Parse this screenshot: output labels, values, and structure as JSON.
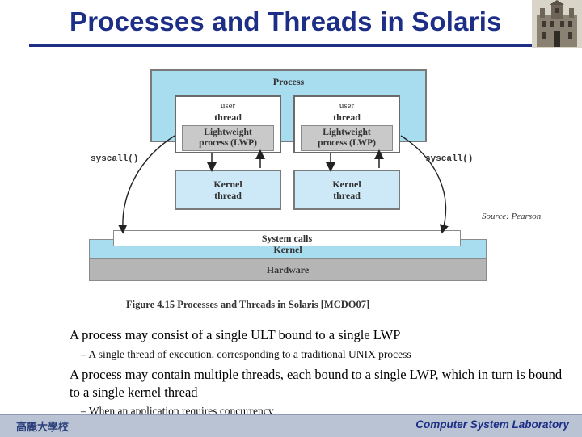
{
  "slide": {
    "title": "Processes and Threads in Solaris"
  },
  "figure": {
    "process_label": "Process",
    "user_thread_1": {
      "line1": "user",
      "line2": "thread"
    },
    "user_thread_2": {
      "line1": "user",
      "line2": "thread"
    },
    "lwp_1": {
      "line1": "Lightweight",
      "line2": "process (LWP)"
    },
    "lwp_2": {
      "line1": "Lightweight",
      "line2": "process (LWP)"
    },
    "kernel_thread_1": {
      "line1": "Kernel",
      "line2": "thread"
    },
    "kernel_thread_2": {
      "line1": "Kernel",
      "line2": "thread"
    },
    "syscall_left": "syscall()",
    "syscall_right": "syscall()",
    "system_calls": "System calls",
    "kernel": "Kernel",
    "hardware": "Hardware",
    "source": "Source: Pearson",
    "caption": "Figure 4.15   Processes and Threads in Solaris [MCDO07]"
  },
  "bullets": [
    {
      "text": "A process may consist of a single ULT bound to a single LWP",
      "sub": "– A single thread of execution, corresponding to a traditional UNIX process"
    },
    {
      "text": "A process may contain multiple threads, each bound to a single LWP, which in turn is bound to a single kernel thread",
      "sub": "– When an application requires concurrency"
    }
  ],
  "bullet_symbol": "",
  "footer": {
    "left": "高麗大學校",
    "right": "Computer System Laboratory"
  },
  "colors": {
    "title": "#1d2e86",
    "process_fill": "#a8dcef",
    "kernel_thread_fill": "#cde9f7",
    "lwp_fill": "#c9c9c9",
    "hardware_fill": "#b5b5b5",
    "footer_fill": "#b9c3d4"
  }
}
